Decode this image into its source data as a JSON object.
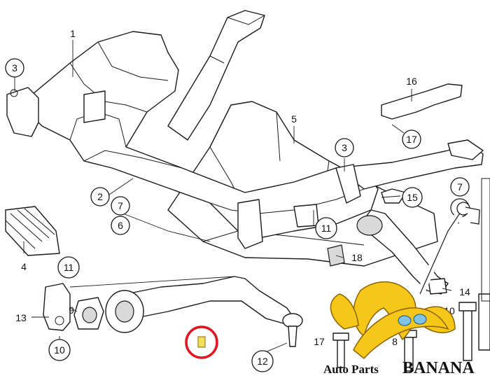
{
  "diagram": {
    "callouts": [
      {
        "id": "c1",
        "label": "1"
      },
      {
        "id": "c3a",
        "label": "3"
      },
      {
        "id": "c3b",
        "label": "3"
      },
      {
        "id": "c16",
        "label": "16"
      },
      {
        "id": "c5",
        "label": "5"
      },
      {
        "id": "c17a",
        "label": "17"
      },
      {
        "id": "c2",
        "label": "2"
      },
      {
        "id": "c15",
        "label": "15"
      },
      {
        "id": "c7a",
        "label": "7"
      },
      {
        "id": "c7b",
        "label": "7"
      },
      {
        "id": "c6a",
        "label": "6"
      },
      {
        "id": "c6b",
        "label": "6"
      },
      {
        "id": "c11a",
        "label": "11"
      },
      {
        "id": "c11b",
        "label": "11"
      },
      {
        "id": "c18",
        "label": "18"
      },
      {
        "id": "c4",
        "label": "4"
      },
      {
        "id": "c14",
        "label": "14"
      },
      {
        "id": "c9",
        "label": "9"
      },
      {
        "id": "c13",
        "label": "13"
      },
      {
        "id": "c10a",
        "label": "10"
      },
      {
        "id": "c10b",
        "label": "10"
      },
      {
        "id": "c12",
        "label": "12"
      },
      {
        "id": "c17b",
        "label": "17"
      },
      {
        "id": "c8",
        "label": "8"
      }
    ],
    "highlight_color": "#e0131f"
  },
  "watermark": {
    "text_left": "Auto Parts",
    "text_right": "BANANA",
    "banana_color": "#f6c619",
    "text_color": "#111111"
  }
}
